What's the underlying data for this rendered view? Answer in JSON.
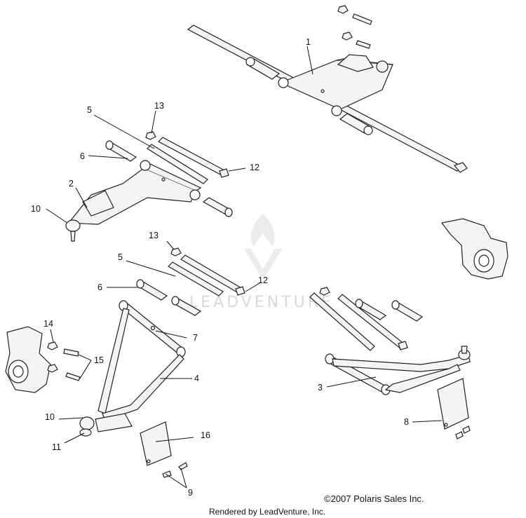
{
  "callouts": {
    "c1": "1",
    "c2": "2",
    "c3": "3",
    "c4": "4",
    "c5a": "5",
    "c5b": "5",
    "c6a": "6",
    "c6b": "6",
    "c7": "7",
    "c8": "8",
    "c9": "9",
    "c10a": "10",
    "c10b": "10",
    "c11": "11",
    "c12a": "12",
    "c12b": "12",
    "c13a": "13",
    "c13b": "13",
    "c14": "14",
    "c15": "15",
    "c16": "16"
  },
  "watermark": {
    "text": "LEADVENTURE"
  },
  "footer": {
    "copyright": "©2007 Polaris Sales Inc.",
    "rendered_by": "Rendered by LeadVenture, Inc."
  }
}
